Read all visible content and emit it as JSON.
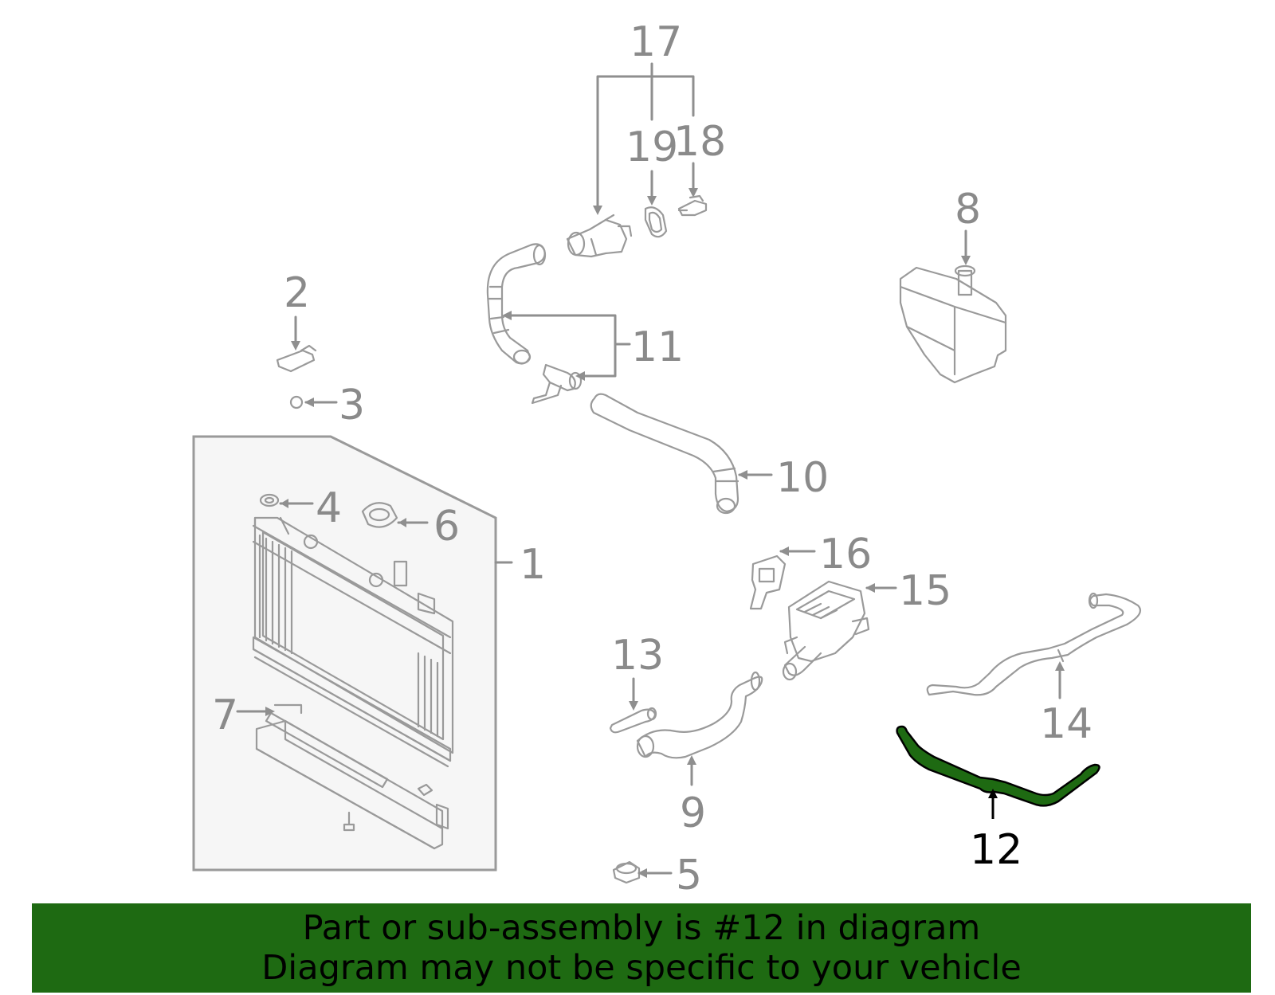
{
  "labels": {
    "l1": "1",
    "l2": "2",
    "l3": "3",
    "l4": "4",
    "l5": "5",
    "l6": "6",
    "l7": "7",
    "l8": "8",
    "l9": "9",
    "l10": "10",
    "l11": "11",
    "l12": "12",
    "l13": "13",
    "l14": "14",
    "l15": "15",
    "l16": "16",
    "l17": "17",
    "l18": "18",
    "l19": "19"
  },
  "highlight": {
    "part_number": "12",
    "color": "#1e6a12"
  },
  "banner": {
    "line1": "Part or sub-assembly is #12 in diagram",
    "line2": "Diagram may not be specific to your vehicle",
    "background": "#1e6a12"
  }
}
